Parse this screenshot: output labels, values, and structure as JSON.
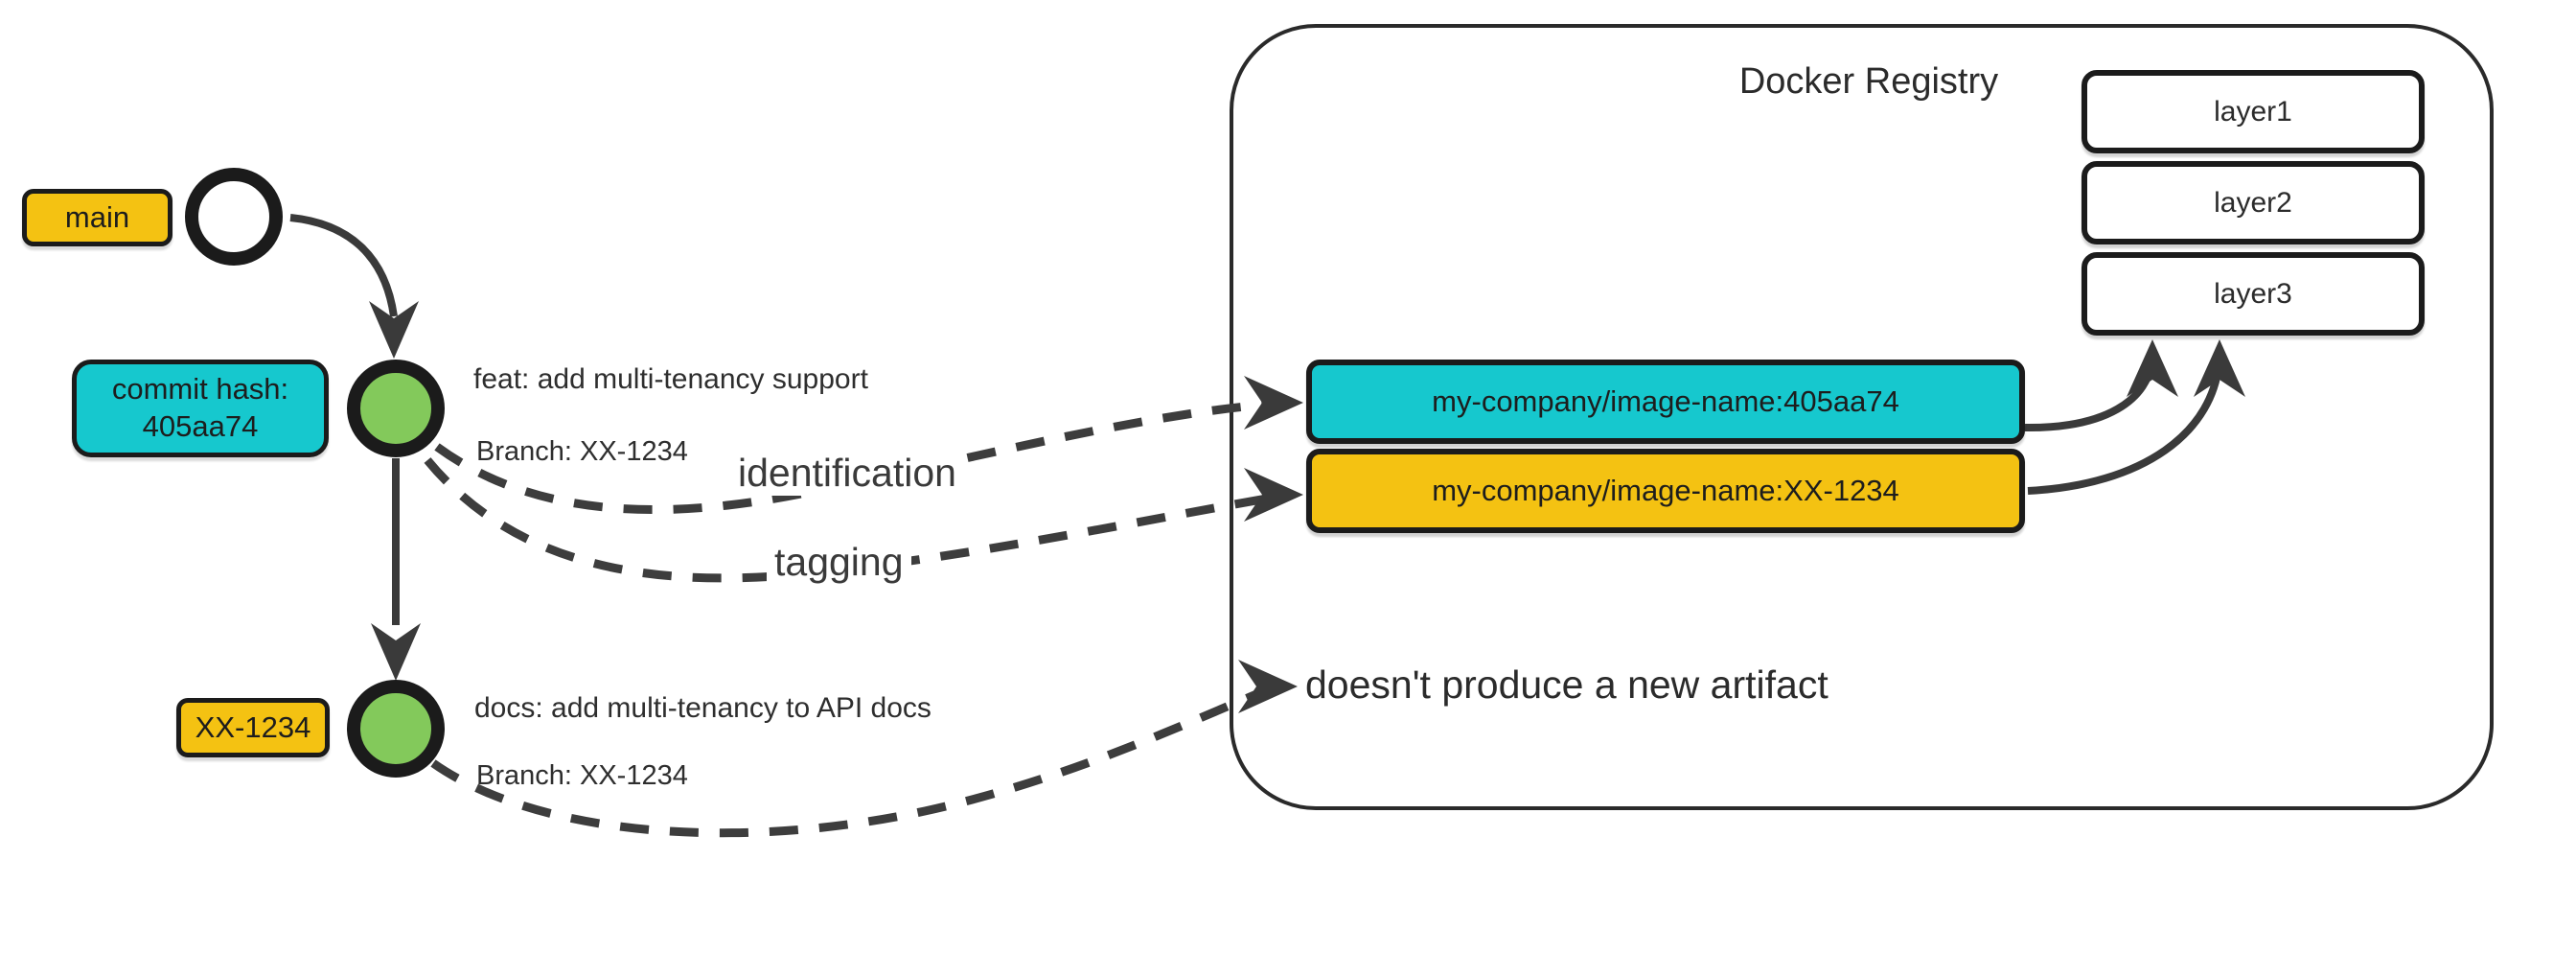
{
  "colors": {
    "yellow": "#f4c212",
    "cyan": "#16c8ce",
    "green": "#83c95b",
    "shape_stroke": "#1b1b1b",
    "arrow_stroke": "#3a3a3a",
    "text": "#2e2e2e"
  },
  "git": {
    "main_branch_label": "main",
    "commit_hash_badge": {
      "line1": "commit hash:",
      "line2": "405aa74"
    },
    "feature_branch_label": "XX-1234",
    "commits": [
      {
        "message": "feat: add multi-tenancy support",
        "branch": "Branch: XX-1234"
      },
      {
        "message": "docs: add multi-tenancy to API docs",
        "branch": "Branch: XX-1234"
      }
    ]
  },
  "edge_labels": {
    "identification": "identification",
    "tagging": "tagging",
    "no_artifact": "doesn't produce a new artifact"
  },
  "registry": {
    "title": "Docker Registry",
    "images": [
      {
        "name": "my-company/image-name:405aa74"
      },
      {
        "name": "my-company/image-name:XX-1234"
      }
    ],
    "layers": [
      {
        "label": "layer1"
      },
      {
        "label": "layer2"
      },
      {
        "label": "layer3"
      }
    ]
  }
}
